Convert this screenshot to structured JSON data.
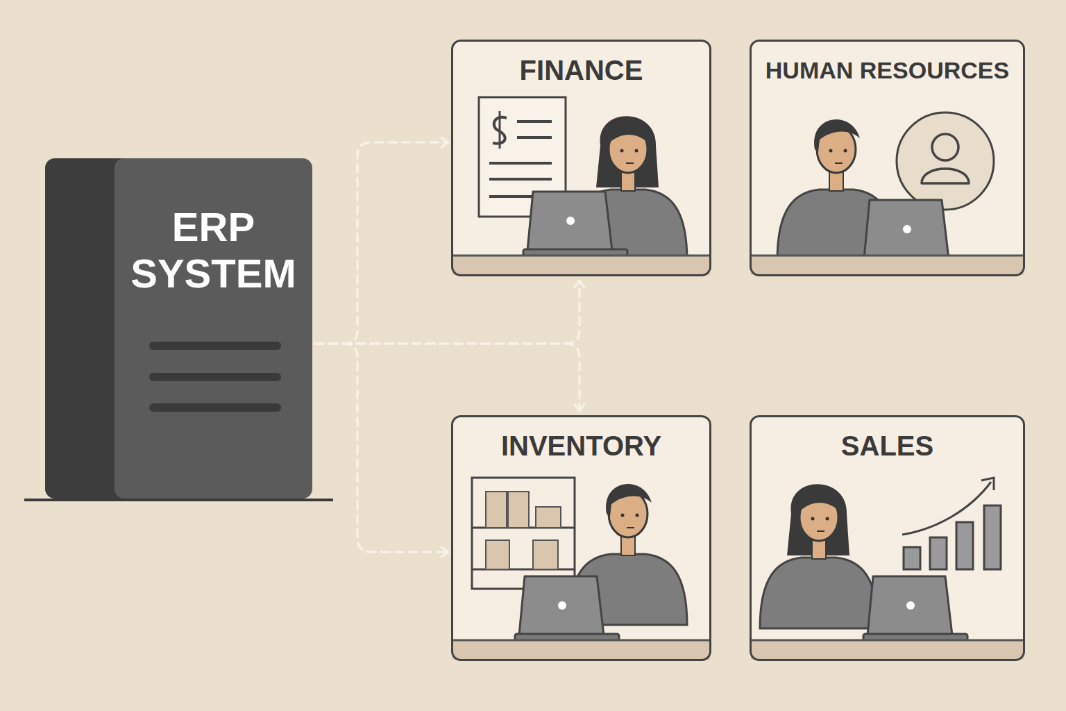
{
  "diagram": {
    "nodes": [
      {
        "text": [
          "ERP SYSTEM"
        ]
      },
      {
        "text": [
          "FINANCE"
        ]
      },
      {
        "text": [
          "HUMAN RESOURCES"
        ]
      },
      {
        "text": [
          "INVENTORY"
        ]
      },
      {
        "text": [
          "SALES"
        ]
      }
    ],
    "edges": [
      {
        "from": 0,
        "to": 1,
        "arrow": "to"
      },
      {
        "from": 0,
        "to": 1,
        "arrow": "to"
      },
      {
        "from": 0,
        "to": 3,
        "arrow": "to"
      },
      {
        "from": 0,
        "to": 3,
        "arrow": "to"
      }
    ]
  }
}
